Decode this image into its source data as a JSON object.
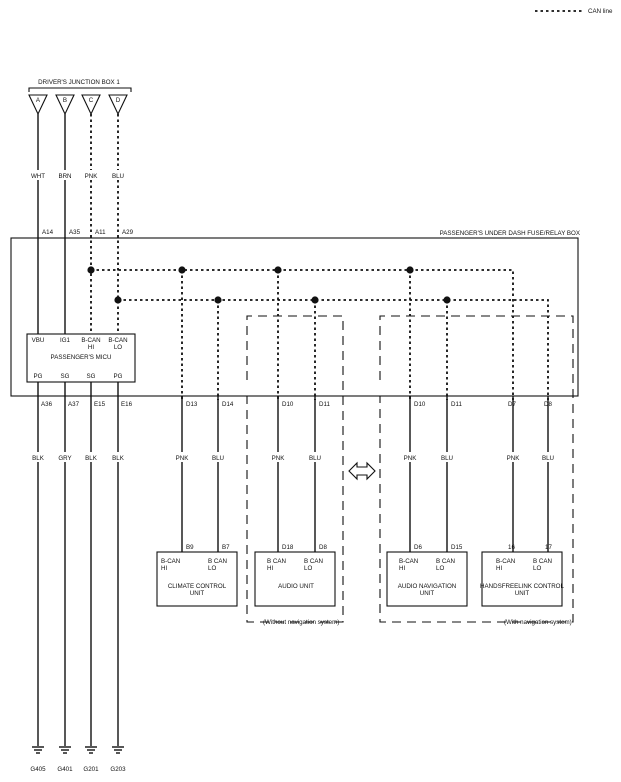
{
  "legend": {
    "label": "CAN line"
  },
  "junction_box": {
    "title": "DRIVER'S JUNCTION BOX 1",
    "pins": [
      "A",
      "B",
      "C",
      "D"
    ]
  },
  "wire_colors_top": [
    "WHT",
    "BRN",
    "PNK",
    "BLU"
  ],
  "relay_box": {
    "title": "PASSENGER'S UNDER DASH FUSE/RELAY BOX",
    "top_terminals": [
      "A14",
      "A35",
      "A11",
      "A29"
    ],
    "bottom_terminals": [
      "A36",
      "A37",
      "E15",
      "E16"
    ]
  },
  "micu": {
    "title": "PASSENGER'S MICU",
    "top_pins": [
      "VBU",
      "IG1",
      "B-CAN HI",
      "B-CAN LO"
    ],
    "bottom_pins": [
      "PG",
      "SG",
      "SG",
      "PG"
    ]
  },
  "ground_wire_colors": [
    "BLK",
    "GRY",
    "BLK",
    "BLK"
  ],
  "grounds": [
    "G405",
    "G401",
    "G201",
    "G203"
  ],
  "branches": {
    "terminals": [
      "D13",
      "D14",
      "D10",
      "D11",
      "D10",
      "D11",
      "D7",
      "D8"
    ],
    "colors": [
      "PNK",
      "BLU",
      "PNK",
      "BLU",
      "PNK",
      "BLU",
      "PNK",
      "BLU"
    ]
  },
  "units": [
    {
      "name": "CLIMATE CONTROL UNIT",
      "pins": [
        "B9",
        "B7"
      ],
      "pin_labels": [
        "B-CAN HI",
        "B CAN LO"
      ]
    },
    {
      "name": "AUDIO UNIT",
      "pins": [
        "D18",
        "D8"
      ],
      "pin_labels": [
        "B CAN HI",
        "B CAN LO"
      ]
    },
    {
      "name": "AUDIO NAVIGATION UNIT",
      "pins": [
        "D6",
        "D15"
      ],
      "pin_labels": [
        "B-CAN HI",
        "B CAN LO"
      ]
    },
    {
      "name": "HANDSFREELINK CONTROL UNIT",
      "pins": [
        "16",
        "17"
      ],
      "pin_labels": [
        "B-CAN HI",
        "B CAN LO"
      ]
    }
  ],
  "group_notes": {
    "without_nav": "(Without navigation system)",
    "with_nav": "(With navigation system)"
  },
  "colors": {
    "ink": "#111111",
    "background": "#ffffff"
  }
}
